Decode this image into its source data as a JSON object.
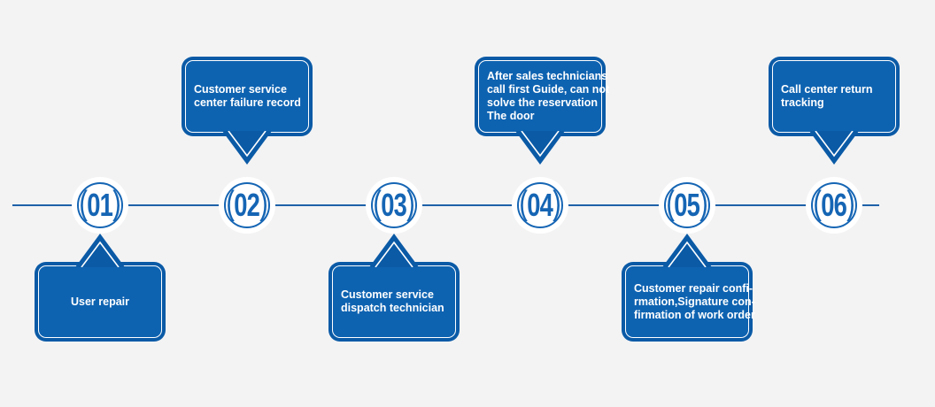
{
  "colors": {
    "background": "#f3f3f4",
    "line": "#1d61a9",
    "node_accent": "#1565b4",
    "bubble_fill": "#0e63b1",
    "bubble_edge": "#0a5aa6",
    "bubble_text": "#ffffff"
  },
  "decor": {
    "paren_open": "(",
    "paren_close": ")"
  },
  "steps": [
    {
      "number": "01",
      "text": "User repair"
    },
    {
      "number": "02",
      "text": "Customer service\ncenter failure record"
    },
    {
      "number": "03",
      "text": "Customer service\ndispatch technician"
    },
    {
      "number": "04",
      "text": "After sales technicians\ncall first Guide, can not\nsolve the reservation\nThe door"
    },
    {
      "number": "05",
      "text": "Customer repair confi-\nrmation,Signature con-\nfirmation of work order"
    },
    {
      "number": "06",
      "text": "Call center return\ntracking"
    }
  ]
}
